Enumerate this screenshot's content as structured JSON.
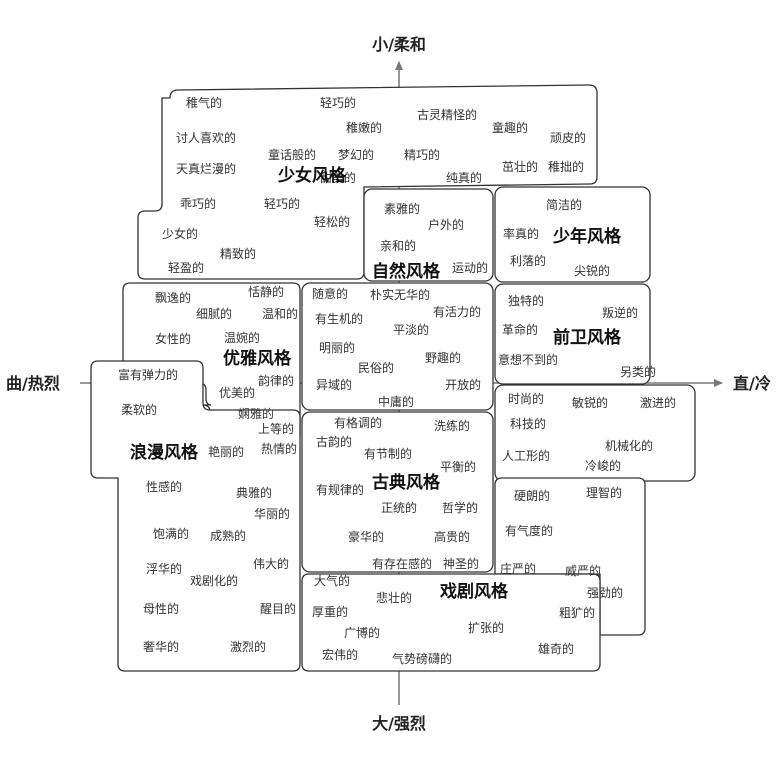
{
  "axes": {
    "top": "小/柔和",
    "bottom": "大/强烈",
    "left": "曲/热烈",
    "right": "直/冷"
  },
  "styles": [
    {
      "id": "girl",
      "name": "少女风格",
      "words": [
        "稚气的",
        "轻巧的",
        "古灵精怪的",
        "讨人喜欢的",
        "稚嫩的",
        "童趣的",
        "顽皮的",
        "天真烂漫的",
        "童话般的",
        "梦幻的",
        "精巧的",
        "茁壮的",
        "稚拙的",
        "甜美的",
        "纯真的",
        "乖巧的",
        "轻巧的",
        "轻松的",
        "少女的",
        "精致的",
        "轻盈的"
      ]
    },
    {
      "id": "natural",
      "name": "自然风格",
      "words": [
        "素雅的",
        "户外的",
        "亲和的",
        "运动的"
      ]
    },
    {
      "id": "youth",
      "name": "少年风格",
      "words": [
        "简洁的",
        "率真的",
        "利落的",
        "尖锐的"
      ]
    },
    {
      "id": "elegant",
      "name": "优雅风格",
      "words": [
        "飘逸的",
        "恬静的",
        "细腻的",
        "温和的",
        "女性的",
        "温婉的",
        "韵律的",
        "优美的",
        "娴雅的",
        "上等的"
      ]
    },
    {
      "id": "casual",
      "name": "",
      "words": [
        "随意的",
        "朴实无华的",
        "有生机的",
        "有活力的",
        "平淡的",
        "明丽的",
        "民俗的",
        "野趣的",
        "异域的",
        "开放的",
        "中庸的"
      ]
    },
    {
      "id": "avant",
      "name": "前卫风格",
      "words": [
        "独特的",
        "叛逆的",
        "革命的",
        "意想不到的",
        "另类的"
      ]
    },
    {
      "id": "romantic",
      "name": "浪漫风格",
      "words": [
        "富有弹力的",
        "柔软的",
        "艳丽的",
        "热情的",
        "性感的",
        "典雅的",
        "华丽的",
        "饱满的",
        "成熟的",
        "浮华的",
        "伟大的",
        "戏剧化的",
        "母性的",
        "醒目的",
        "奢华的",
        "激烈的"
      ]
    },
    {
      "id": "modern",
      "name": "",
      "words": [
        "时尚的",
        "敏锐的",
        "激进的",
        "科技的",
        "机械化的",
        "人工形的",
        "冷峻的"
      ]
    },
    {
      "id": "classic",
      "name": "古典风格",
      "words": [
        "有格调的",
        "洗练的",
        "古韵的",
        "有节制的",
        "平衡的",
        "有规律的",
        "正统的",
        "哲学的",
        "豪华的",
        "高贵的",
        "有存在感的",
        "神圣的"
      ]
    },
    {
      "id": "rational",
      "name": "",
      "words": [
        "硬朗的",
        "理智的",
        "有气度的",
        "庄严的",
        "威严的",
        "强劲的",
        "粗犷的"
      ]
    },
    {
      "id": "drama",
      "name": "戏剧风格",
      "words": [
        "大气的",
        "悲壮的",
        "厚重的",
        "扩张的",
        "广博的",
        "雄奇的",
        "宏伟的",
        "气势磅礴的"
      ]
    }
  ]
}
